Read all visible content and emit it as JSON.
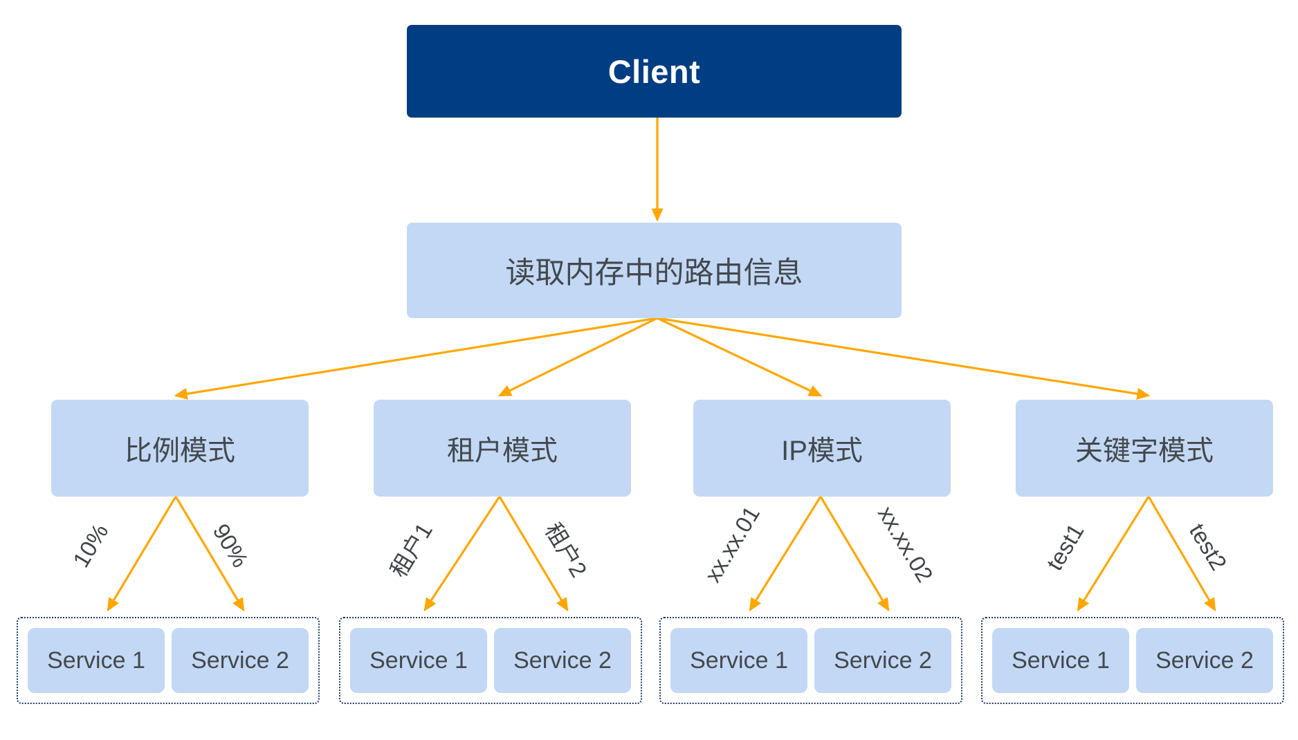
{
  "diagram": {
    "title_node": {
      "label": "Client"
    },
    "routing_node": {
      "label": "读取内存中的路由信息"
    },
    "colors": {
      "client_fill": "#003D82",
      "box_fill": "#C3D8F4",
      "arrow": "#FFA700",
      "text_dark": "#43484D",
      "group_border": "#1F3864",
      "background": "#FFFFFF"
    },
    "modes": [
      {
        "label": "比例模式",
        "edges": [
          {
            "label": "10%",
            "target": "Service 1"
          },
          {
            "label": "90%",
            "target": "Service 2"
          }
        ],
        "services": [
          "Service 1",
          "Service 2"
        ]
      },
      {
        "label": "租户模式",
        "edges": [
          {
            "label": "租户1",
            "target": "Service 1"
          },
          {
            "label": "租户2",
            "target": "Service 2"
          }
        ],
        "services": [
          "Service 1",
          "Service 2"
        ]
      },
      {
        "label": "IP模式",
        "edges": [
          {
            "label": "xx.xx.01",
            "target": "Service 1"
          },
          {
            "label": "xx.xx.02",
            "target": "Service 2"
          }
        ],
        "services": [
          "Service 1",
          "Service 2"
        ]
      },
      {
        "label": "关键字模式",
        "edges": [
          {
            "label": "test1",
            "target": "Service 1"
          },
          {
            "label": "test2",
            "target": "Service 2"
          }
        ],
        "services": [
          "Service 1",
          "Service 2"
        ]
      }
    ]
  }
}
